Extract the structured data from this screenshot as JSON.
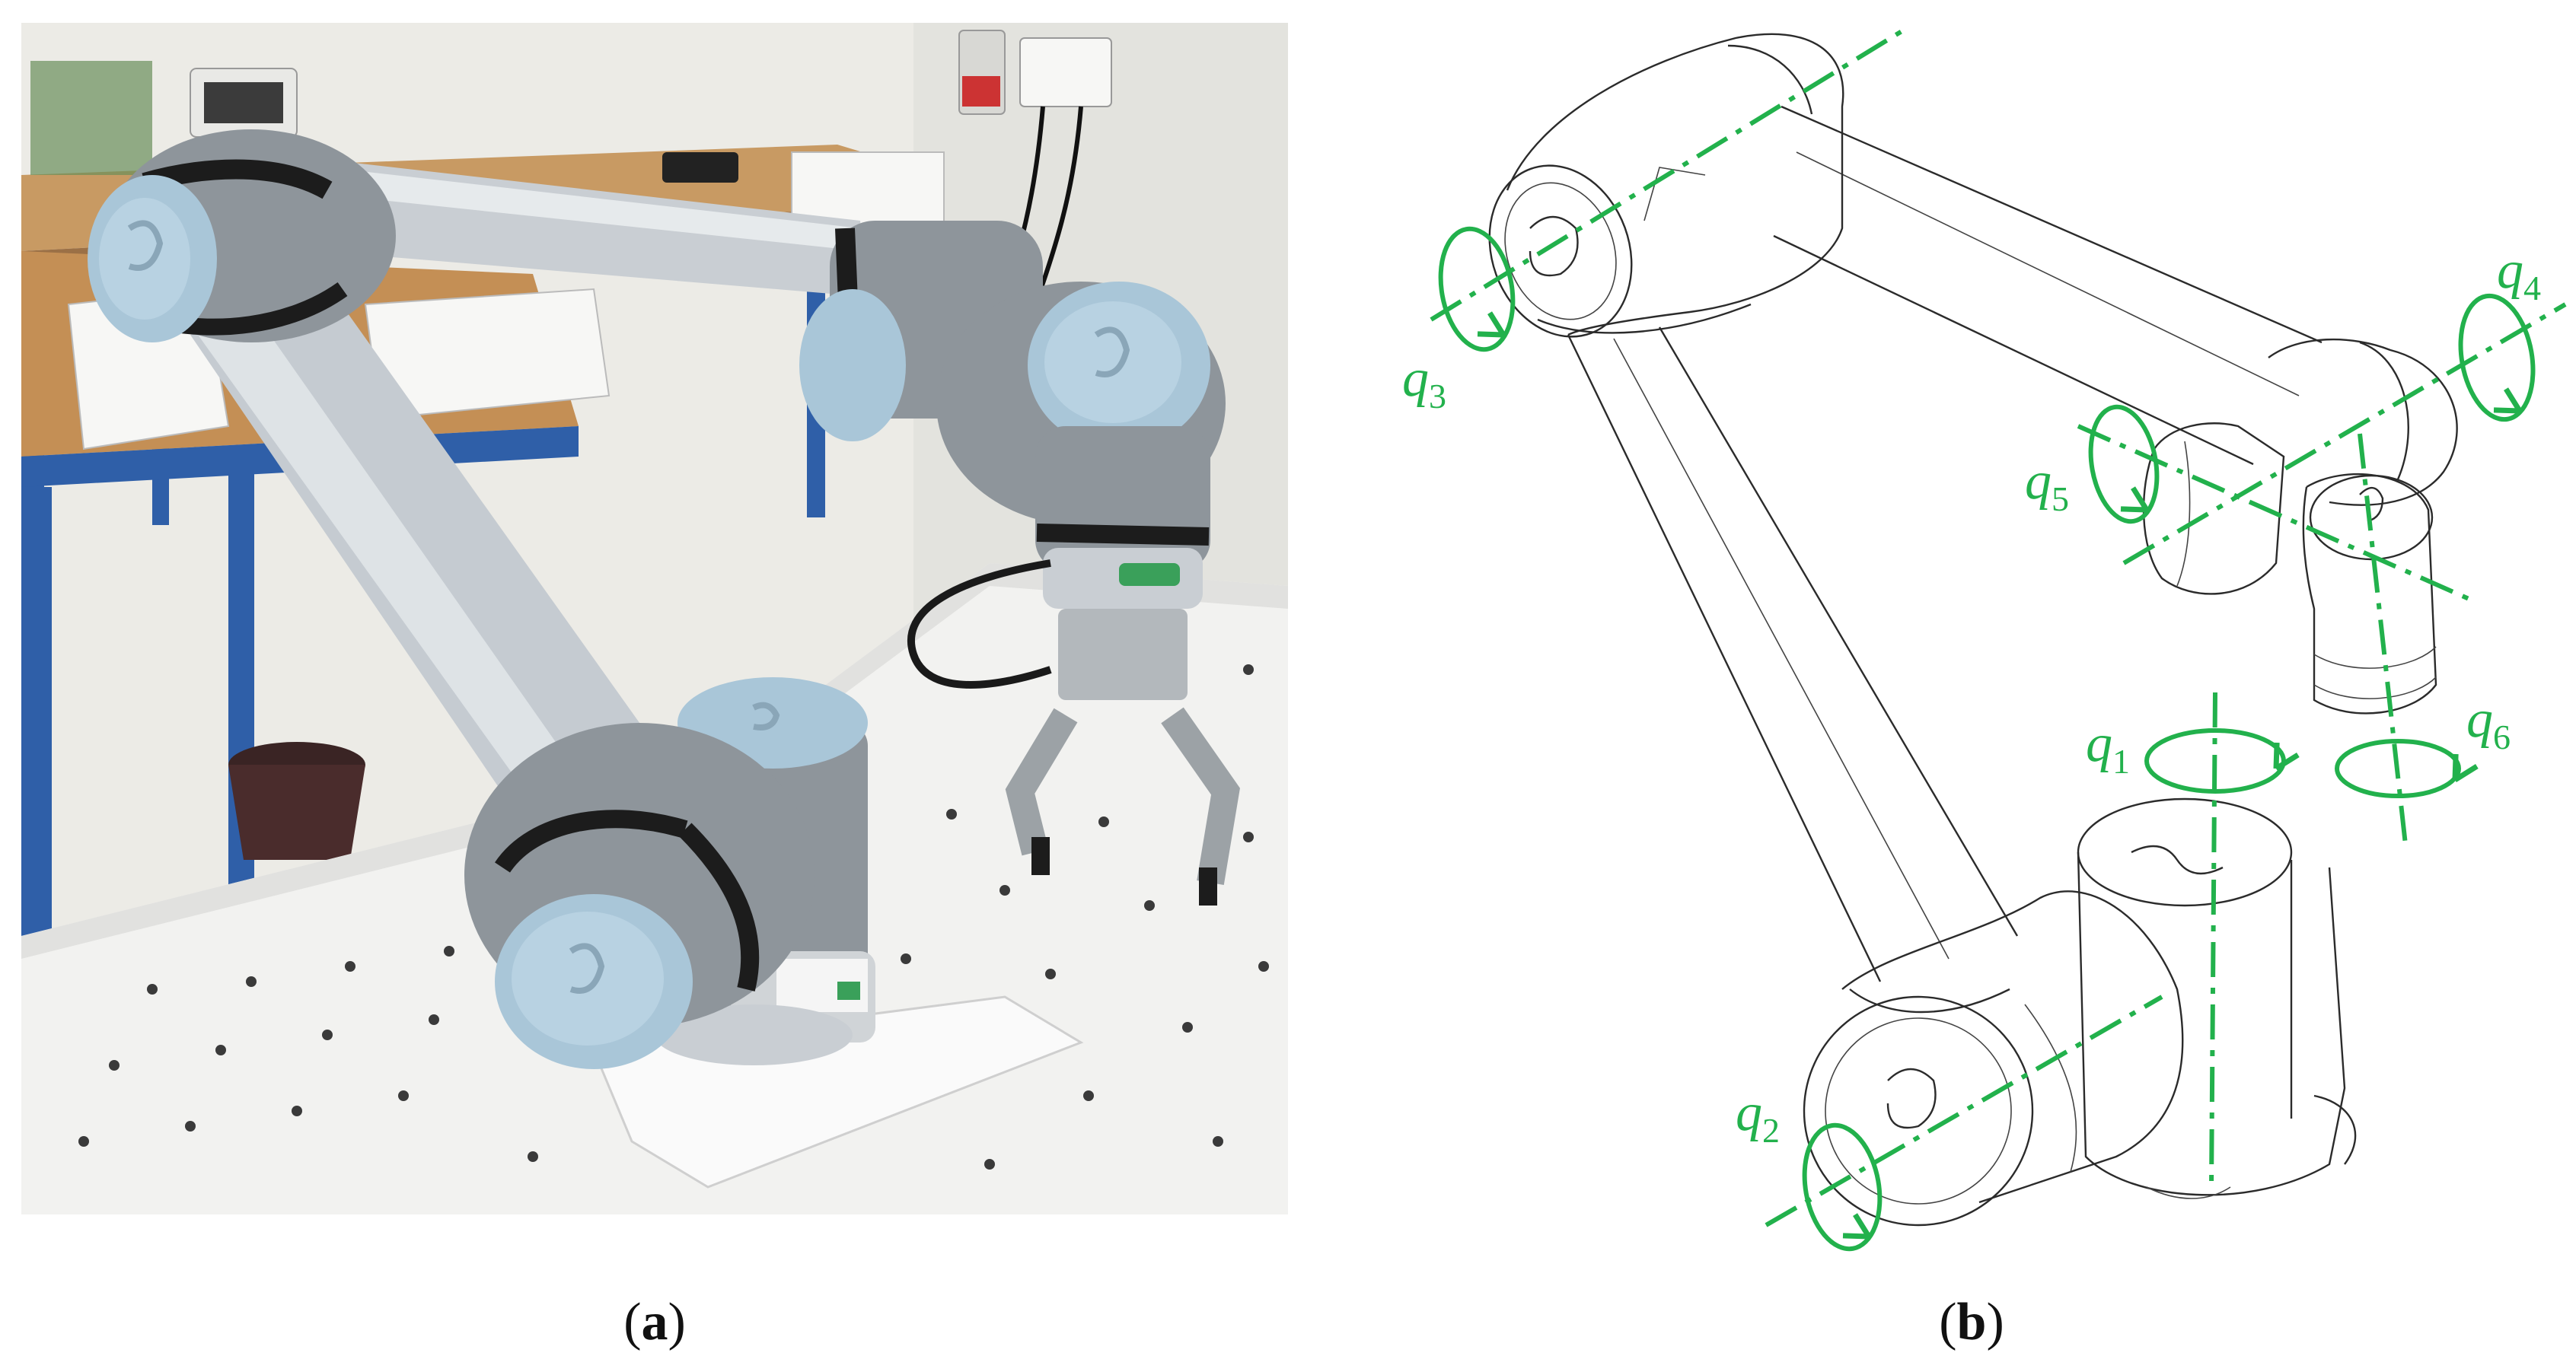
{
  "captions": [
    {
      "open": "(",
      "letter": "a",
      "close": ")"
    },
    {
      "open": "(",
      "letter": "b",
      "close": ")"
    }
  ],
  "joints": [
    {
      "base": "q",
      "sub": "1"
    },
    {
      "base": "q",
      "sub": "2"
    },
    {
      "base": "q",
      "sub": "3"
    },
    {
      "base": "q",
      "sub": "4"
    },
    {
      "base": "q",
      "sub": "5"
    },
    {
      "base": "q",
      "sub": "6"
    }
  ],
  "colors": {
    "axis_green": "#22b14c",
    "arm_silver": "#c9ced3",
    "joint_gray": "#8e959b",
    "cap_blue": "#a9c6d8",
    "band_black": "#1c1c1c",
    "wall": "#eeeeea",
    "table_wood": "#c99a62",
    "table_frame": "#2f5fa8",
    "floor_plate": "#f3f3f1"
  },
  "photo": {
    "subject": "robot-arm-photo",
    "gripper": "gripper"
  },
  "drawing": {
    "subject": "robot-arm-line-drawing"
  }
}
